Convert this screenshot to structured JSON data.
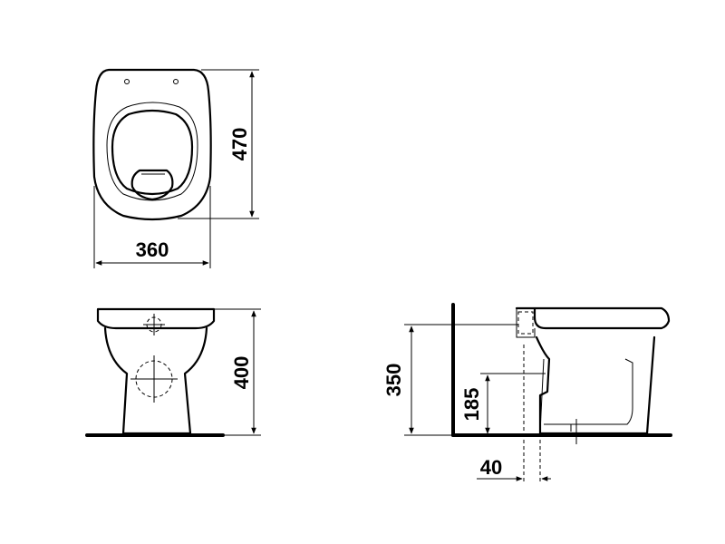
{
  "dimensions": {
    "width": "360",
    "depth": "470",
    "height": "400",
    "outlet_height": "350",
    "inlet_height": "185",
    "wall_offset": "40"
  }
}
